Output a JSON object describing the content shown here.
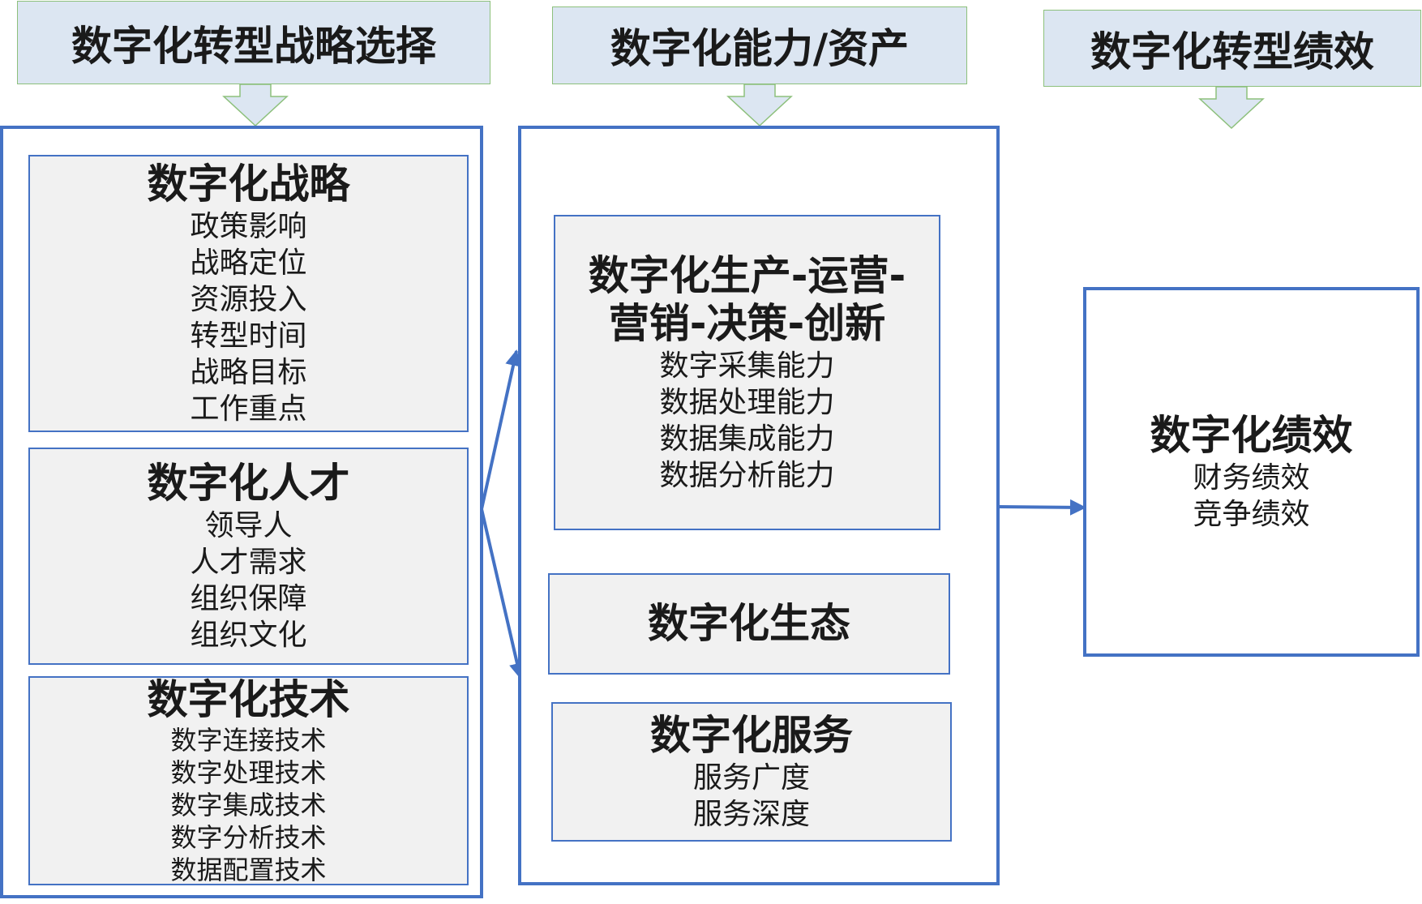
{
  "headers": {
    "strategy": "数字化转型战略选择",
    "capability": "数字化能力/资产",
    "performance": "数字化转型绩效"
  },
  "strategy_boxes": {
    "digital_strategy": {
      "title": "数字化战略",
      "items": [
        "政策影响",
        "战略定位",
        "资源投入",
        "转型时间",
        "战略目标",
        "工作重点"
      ]
    },
    "digital_talent": {
      "title": "数字化人才",
      "items": [
        "领导人",
        "人才需求",
        "组织保障",
        "组织文化"
      ]
    },
    "digital_technology": {
      "title": "数字化技术",
      "items": [
        "数字连接技术",
        "数字处理技术",
        "数字集成技术",
        "数字分析技术",
        "数据配置技术"
      ]
    }
  },
  "capability_boxes": {
    "production": {
      "title": "数字化生产-运营-营销-决策-创新",
      "items": [
        "数字采集能力",
        "数据处理能力",
        "数据集成能力",
        "数据分析能力"
      ]
    },
    "ecosystem": {
      "title": "数字化生态"
    },
    "service": {
      "title": "数字化服务",
      "items": [
        "服务广度",
        "服务深度"
      ]
    }
  },
  "performance_box": {
    "title": "数字化绩效",
    "items": [
      "财务绩效",
      "竞争绩效"
    ]
  },
  "colors": {
    "frame_border": "#4472c4",
    "header_fill": "#dce6f2",
    "header_border": "#8dc07c",
    "box_fill": "#f1f1f1",
    "arrow": "#4472c4"
  }
}
